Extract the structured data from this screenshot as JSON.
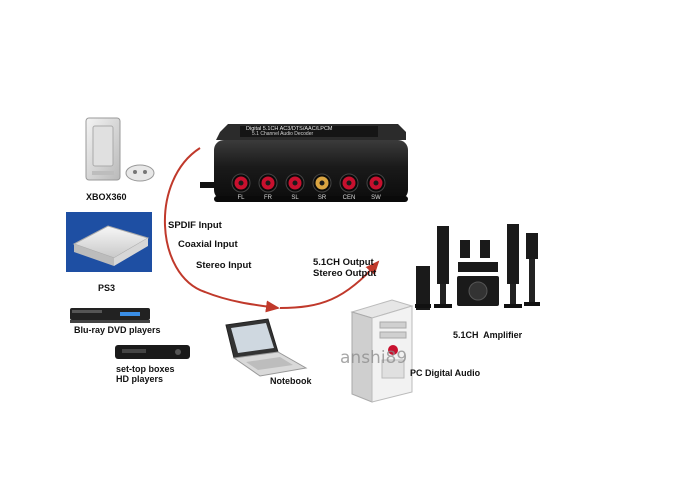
{
  "device": {
    "title_line1": "Digital 5.1CH AC3/DTS/AAC/LPCM",
    "title_line2": "5.1 Channel Audio Decoder",
    "port_labels": [
      "FL",
      "FR",
      "SL",
      "SR",
      "CEN",
      "SW"
    ]
  },
  "sources": [
    {
      "name": "xbox",
      "label": "XBOX360"
    },
    {
      "name": "ps3",
      "label": "PS3"
    },
    {
      "name": "bluray",
      "label": "Blu-ray DVD players"
    },
    {
      "name": "settop",
      "label": "set-top boxes\nHD players"
    },
    {
      "name": "notebook",
      "label": "Notebook"
    }
  ],
  "inputs": [
    "SPDIF Input",
    "Coaxial Input",
    "Stereo Input"
  ],
  "outputs": [
    "5.1CH Output",
    "Stereo Output"
  ],
  "destinations": [
    {
      "name": "pc",
      "label": "PC Digital Audio"
    },
    {
      "name": "amplifier",
      "label": "5.1CH  Amplifier"
    }
  ],
  "watermark": "anshi89",
  "colors": {
    "arrow": "#c0392b",
    "device_body": "#1d1d1d",
    "port_red": "#c8102e"
  }
}
